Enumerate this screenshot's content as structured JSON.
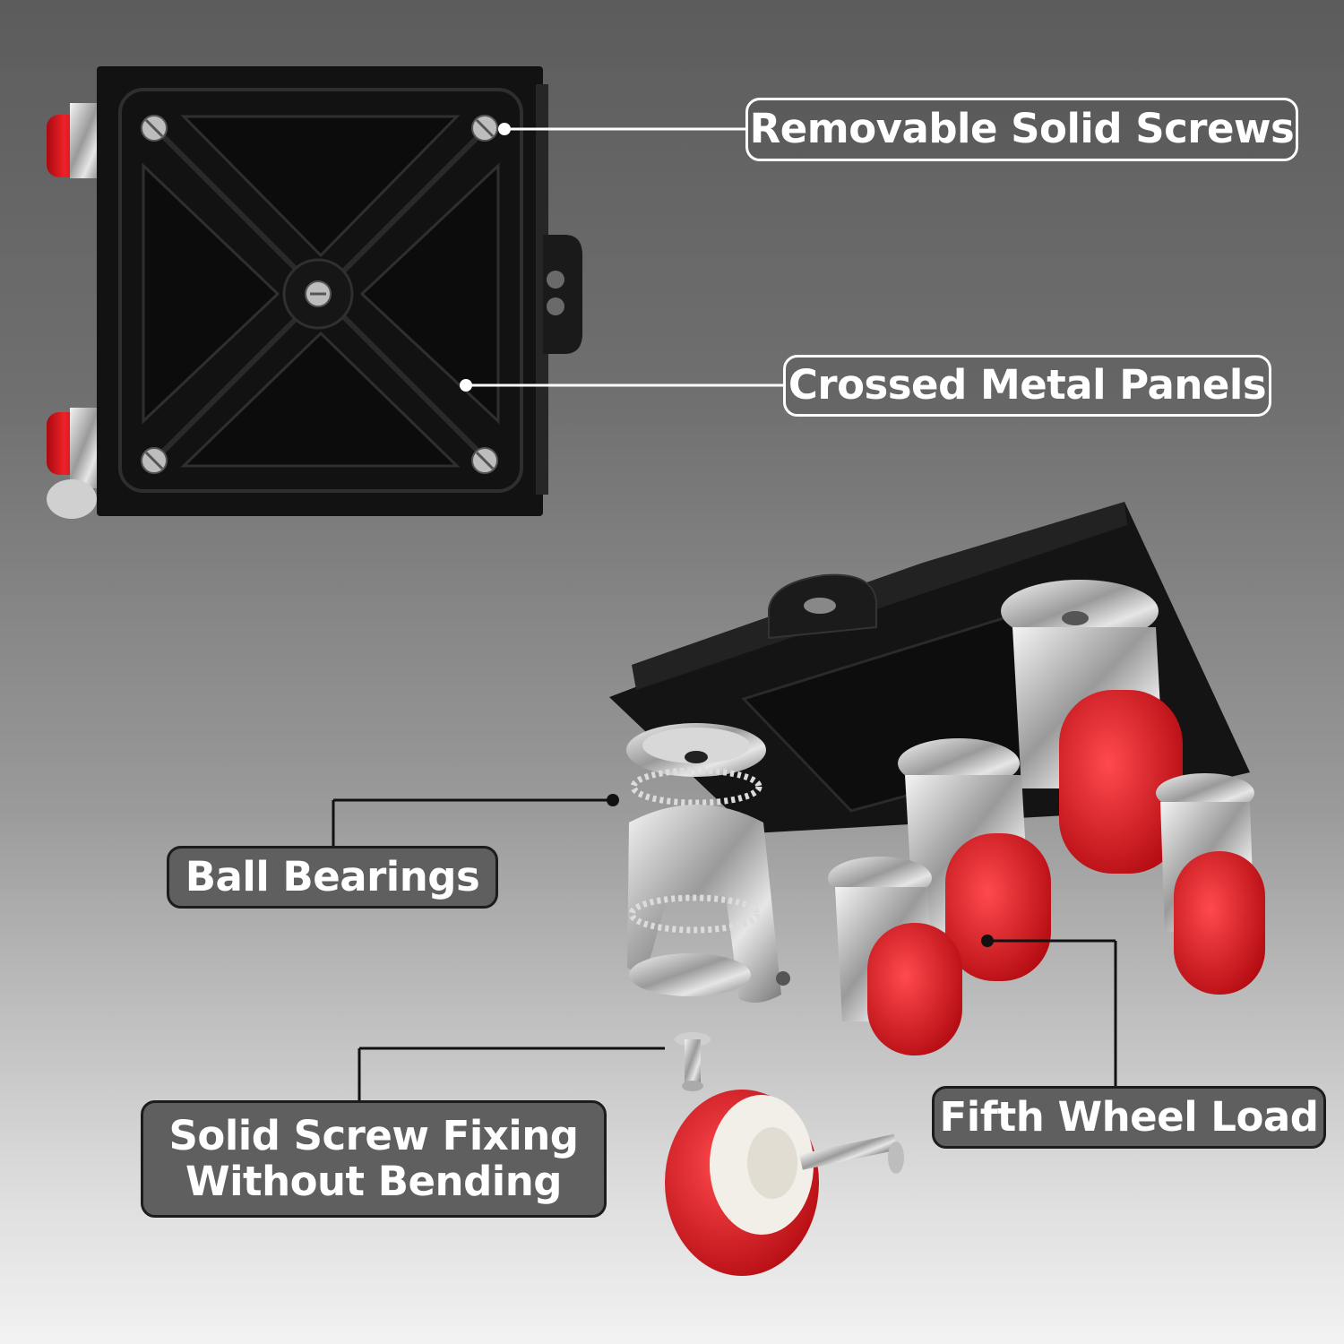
{
  "callouts": {
    "removable_screws": "Removable Solid Screws",
    "crossed_panels": "Crossed Metal Panels",
    "ball_bearings": "Ball Bearings",
    "screw_fixing_line1": "Solid Screw Fixing",
    "screw_fixing_line2": "Without Bending",
    "fifth_wheel": "Fifth Wheel Load"
  },
  "colors": {
    "wheel_red": "#d8141c",
    "plate_black": "#121212",
    "chrome": "#c9c9c9",
    "label_fill": "#5f5f5f"
  },
  "icons": {
    "screw": "screw-icon",
    "wheel": "caster-wheel-icon"
  }
}
